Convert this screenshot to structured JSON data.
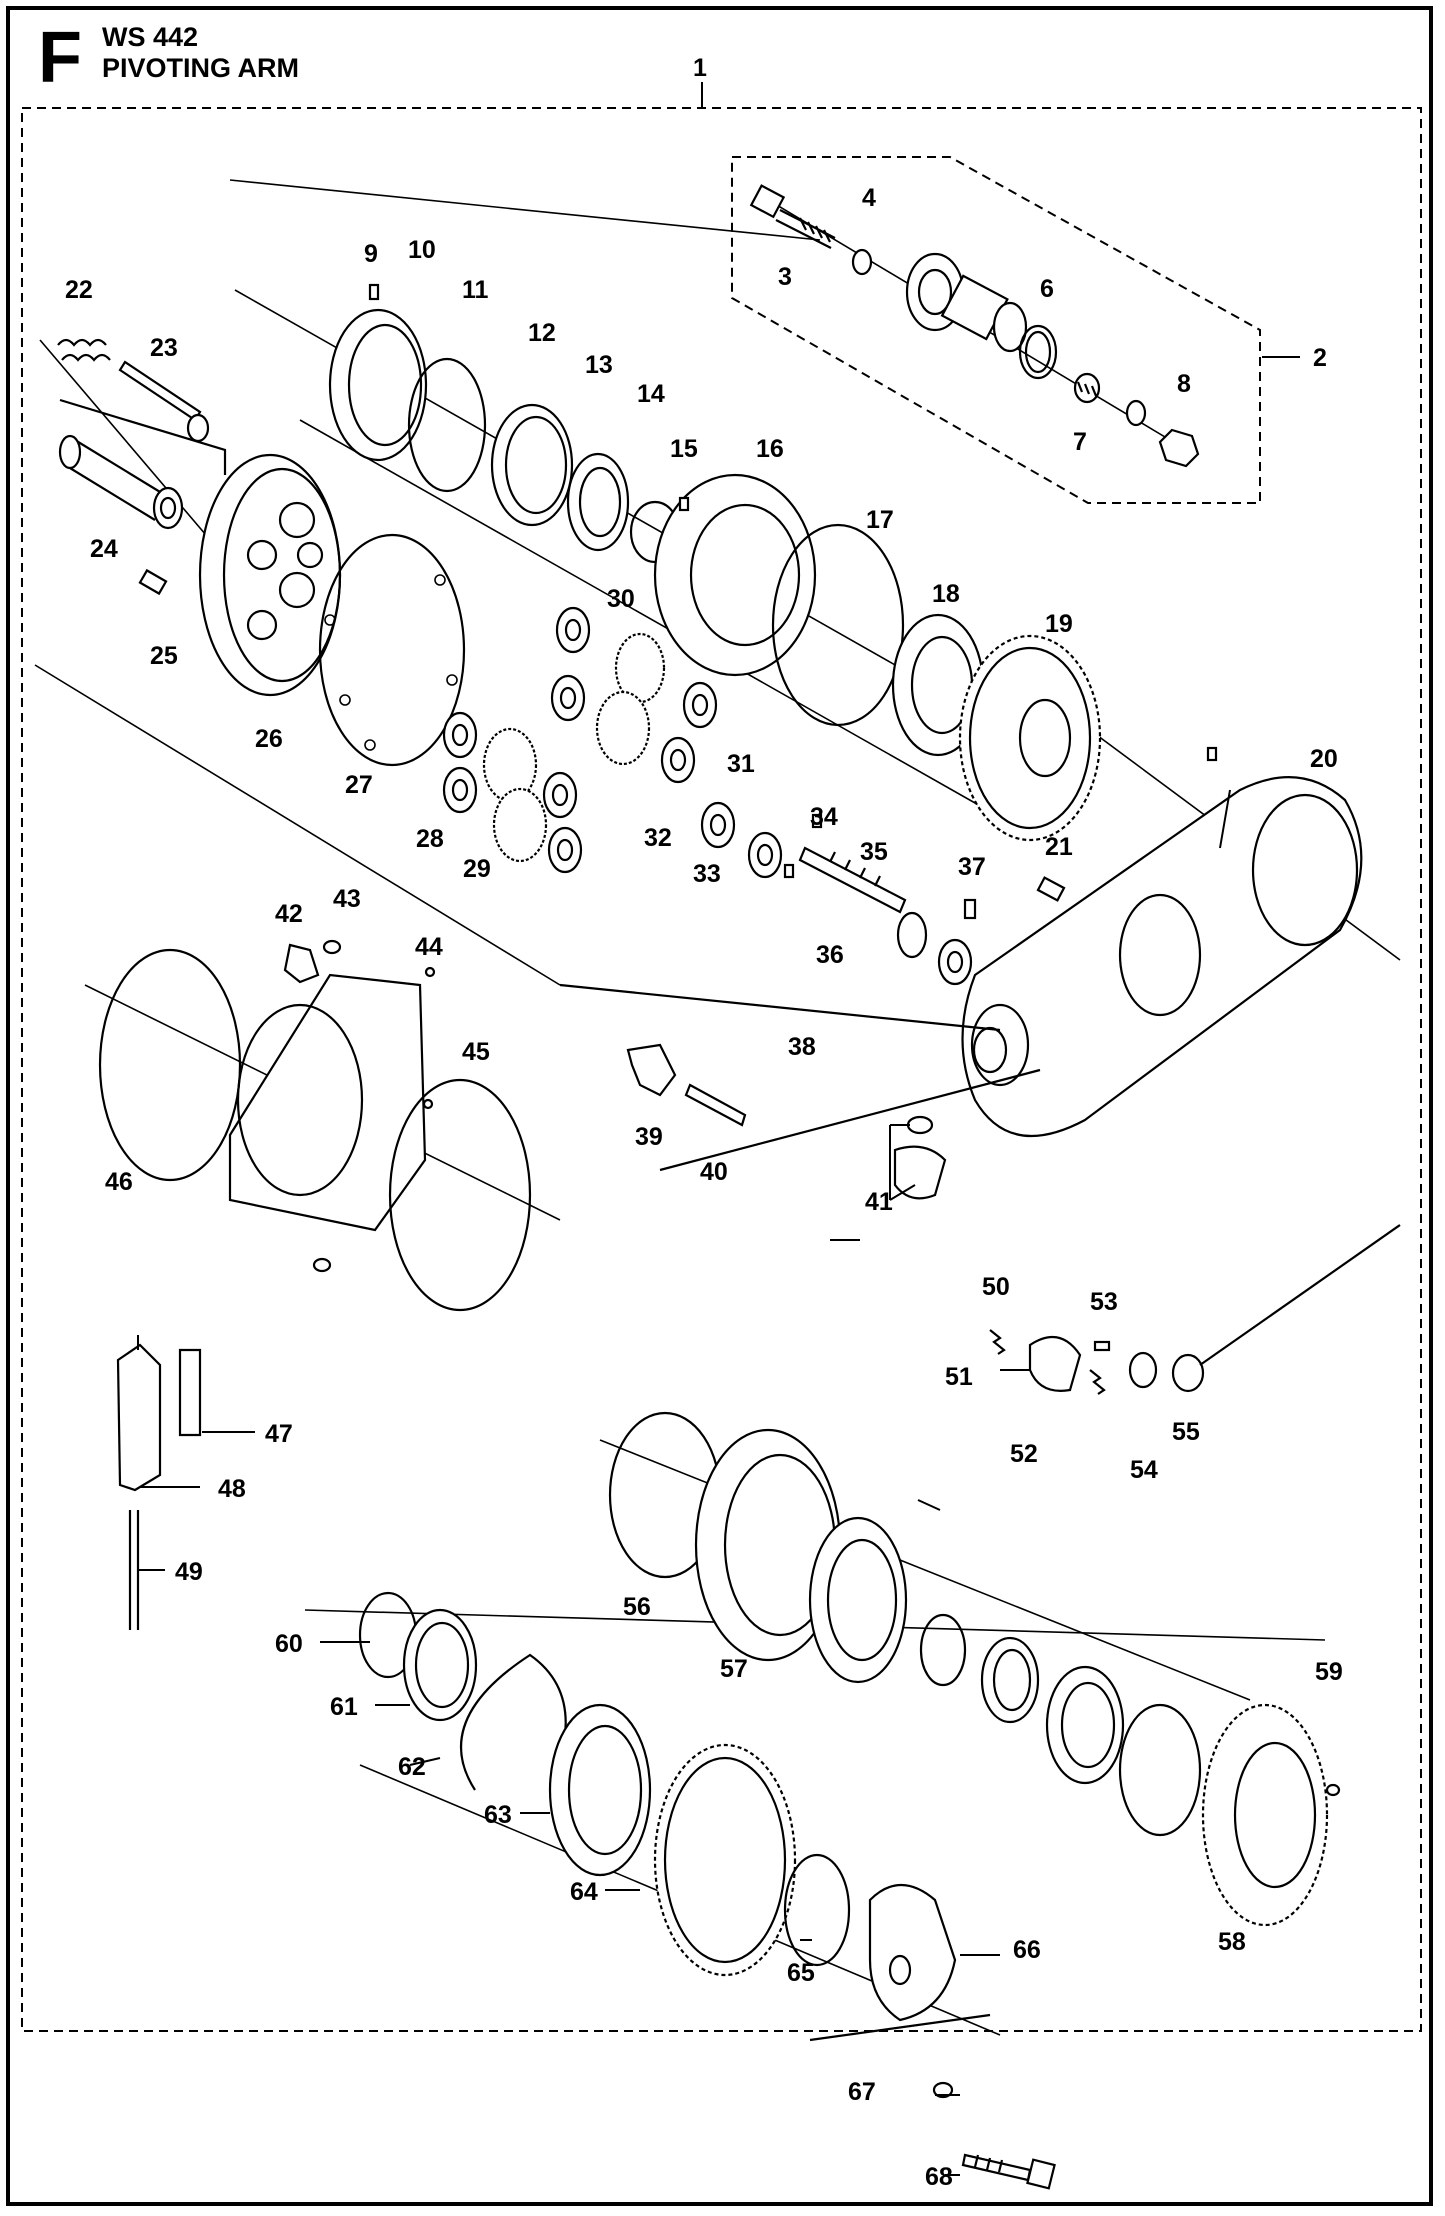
{
  "header": {
    "section_letter": "F",
    "model": "WS 442",
    "title": "PIVOTING ARM"
  },
  "callouts": [
    "1",
    "2",
    "3",
    "4",
    "6",
    "7",
    "8",
    "9",
    "10",
    "11",
    "12",
    "13",
    "14",
    "15",
    "16",
    "17",
    "18",
    "19",
    "20",
    "21",
    "22",
    "23",
    "24",
    "25",
    "26",
    "27",
    "28",
    "29",
    "30",
    "31",
    "32",
    "33",
    "34",
    "35",
    "36",
    "37",
    "38",
    "39",
    "40",
    "41",
    "42",
    "43",
    "44",
    "45",
    "46",
    "47",
    "48",
    "49",
    "50",
    "51",
    "52",
    "53",
    "54",
    "55",
    "56",
    "57",
    "58",
    "59",
    "60",
    "61",
    "62",
    "63",
    "64",
    "65",
    "66",
    "67",
    "68"
  ],
  "colors": {
    "line": "#000000",
    "background": "#ffffff"
  }
}
